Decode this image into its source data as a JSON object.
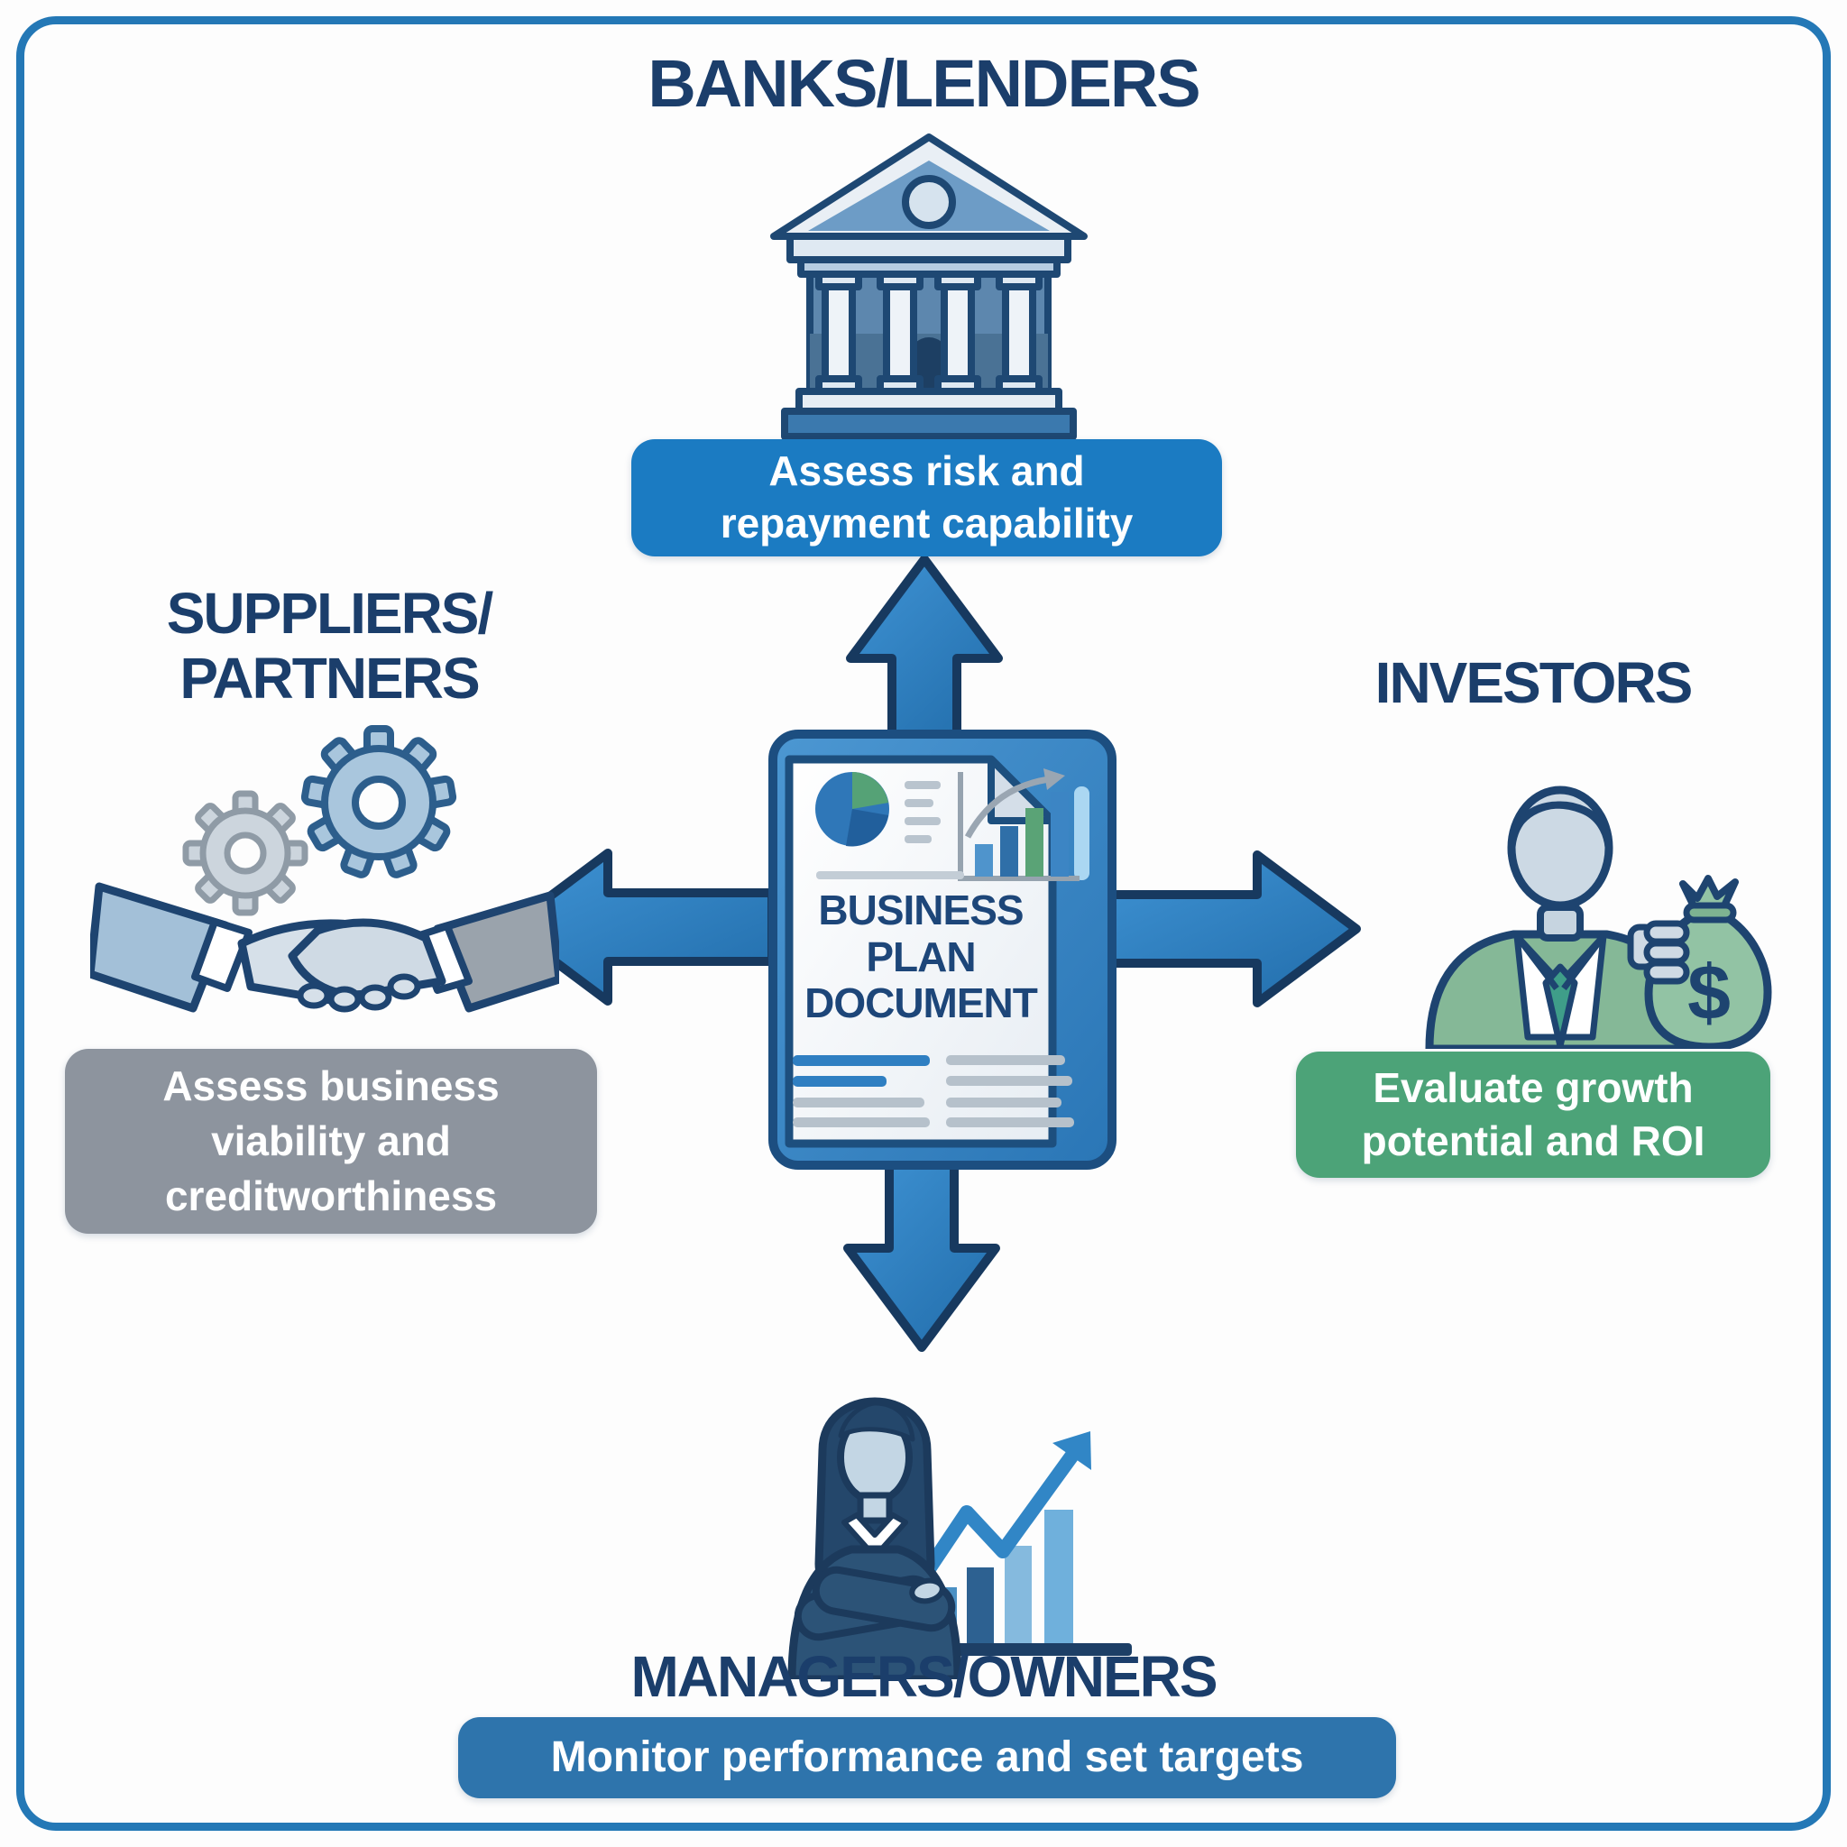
{
  "page": {
    "background": "#fdfdfd",
    "frame_border_color": "#2478b6",
    "description": "Business plan document stakeholder diagram with four arrows"
  },
  "palette": {
    "title_navy": "#1b3e6b",
    "arrow_blue_light": "#3f93d4",
    "arrow_blue_dark": "#2470ae",
    "arrow_outline": "#17395f",
    "note_blue_bg": "#1b7bc2",
    "note_gray_bg": "#8d949e",
    "note_green_bg": "#4ca378",
    "banner_blue_bg": "#2e74ac",
    "note_text": "#ffffff",
    "doc_folder_blue": "#3a8cc9",
    "doc_title_navy": "#1d4679"
  },
  "center": {
    "icon": "business-plan-document-icon",
    "title_line1": "BUSINESS",
    "title_line2": "PLAN",
    "title_line3": "DOCUMENT"
  },
  "stakeholders": {
    "banks": {
      "title": "BANKS/LENDERS",
      "icon": "bank-icon",
      "note": "Assess risk and repayment capability"
    },
    "suppliers": {
      "title_line1": "SUPPLIERS/",
      "title_line2": "PARTNERS",
      "icon": "handshake-gears-icon",
      "note": "Assess business viability and creditworthiness"
    },
    "investors": {
      "title": "INVESTORS",
      "icon": "investor-money-bag-icon",
      "money_symbol": "$",
      "note": "Evaluate growth potential and ROI"
    },
    "managers": {
      "title": "MANAGERS/OWNERS",
      "icon": "manager-chart-icon",
      "note": "Monitor performance and set targets"
    }
  },
  "arrows": {
    "up": "arrow-up-icon",
    "down": "arrow-down-icon",
    "left": "arrow-left-icon",
    "right": "arrow-right-icon"
  }
}
